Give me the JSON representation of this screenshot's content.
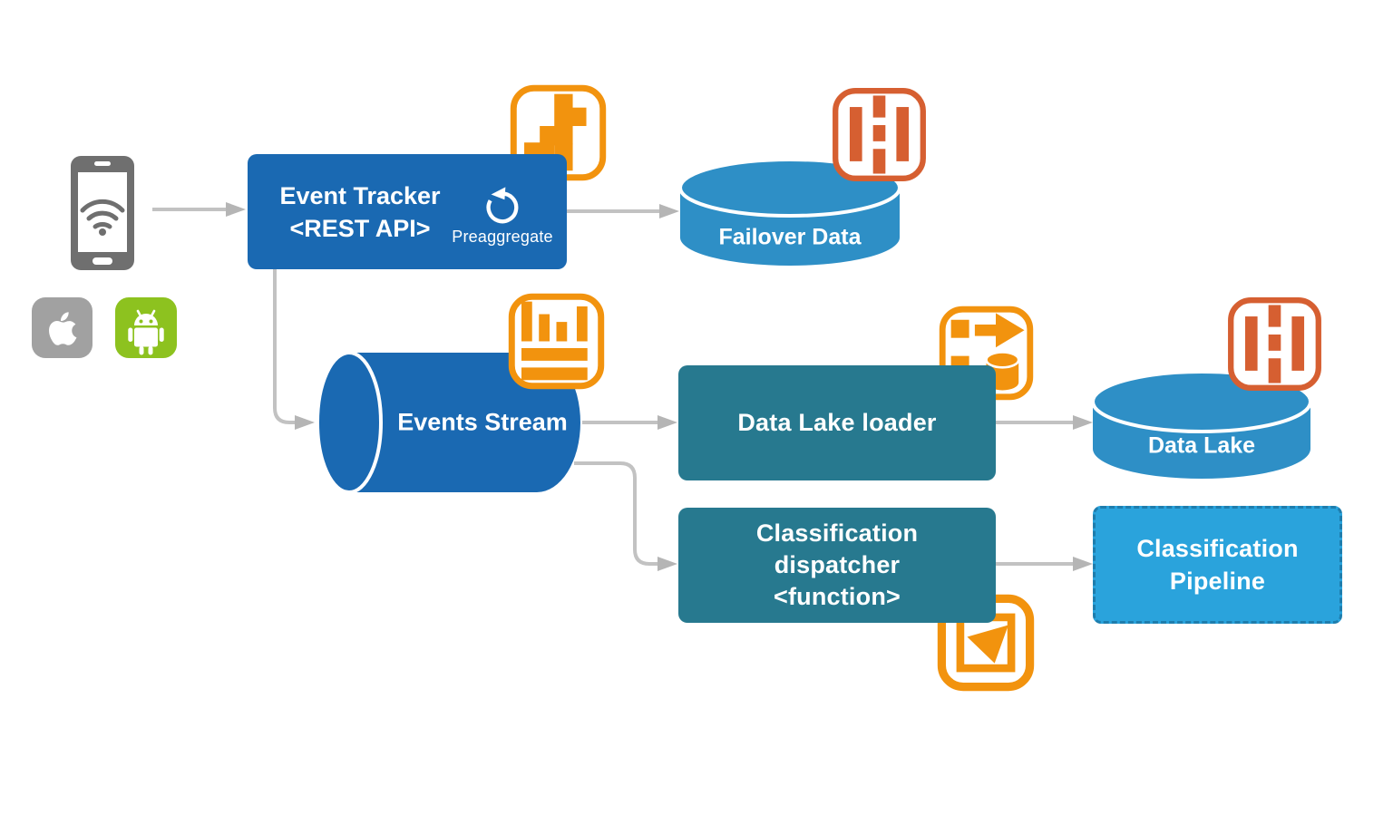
{
  "colors": {
    "primary_blue": "#1a69b2",
    "cylinder_blue": "#2e8fc6",
    "teal": "#27798f",
    "pipeline_blue": "#2aa3dc",
    "pipeline_border": "#1e7dad",
    "icon_orange": "#f2930e",
    "icon_orange_red": "#d65f31",
    "arrow_gray": "#c2c2c2",
    "arrow_head": "#b5b5b5",
    "device_gray": "#6f6f6f",
    "apple_gray": "#a1a1a1",
    "android_green": "#8dc21f",
    "text_white": "#ffffff"
  },
  "nodes": {
    "event_tracker": {
      "title": "Event Tracker",
      "subtitle": "<REST API>",
      "badge_label": "Preaggregate"
    },
    "failover_data": {
      "label": "Failover Data"
    },
    "events_stream": {
      "label": "Events Stream"
    },
    "data_lake_loader": {
      "label": "Data Lake loader"
    },
    "data_lake": {
      "label": "Data Lake"
    },
    "classification_dispatcher": {
      "lines": [
        "Classification",
        "dispatcher",
        "<function>"
      ]
    },
    "classification_pipeline": {
      "lines": [
        "Classification",
        "Pipeline"
      ]
    }
  },
  "icons": {
    "smartphone": "smartphone-wifi-icon",
    "apple": "apple-icon",
    "android": "android-icon",
    "refresh": "refresh-arrow-icon",
    "stepped_blocks": "stepped-blocks-icon",
    "h_logo": "h-bars-icon",
    "stream_chart": "bar-chart-stream-icon",
    "loader": "squares-arrow-database-icon",
    "lambda": "triangle-function-icon"
  }
}
